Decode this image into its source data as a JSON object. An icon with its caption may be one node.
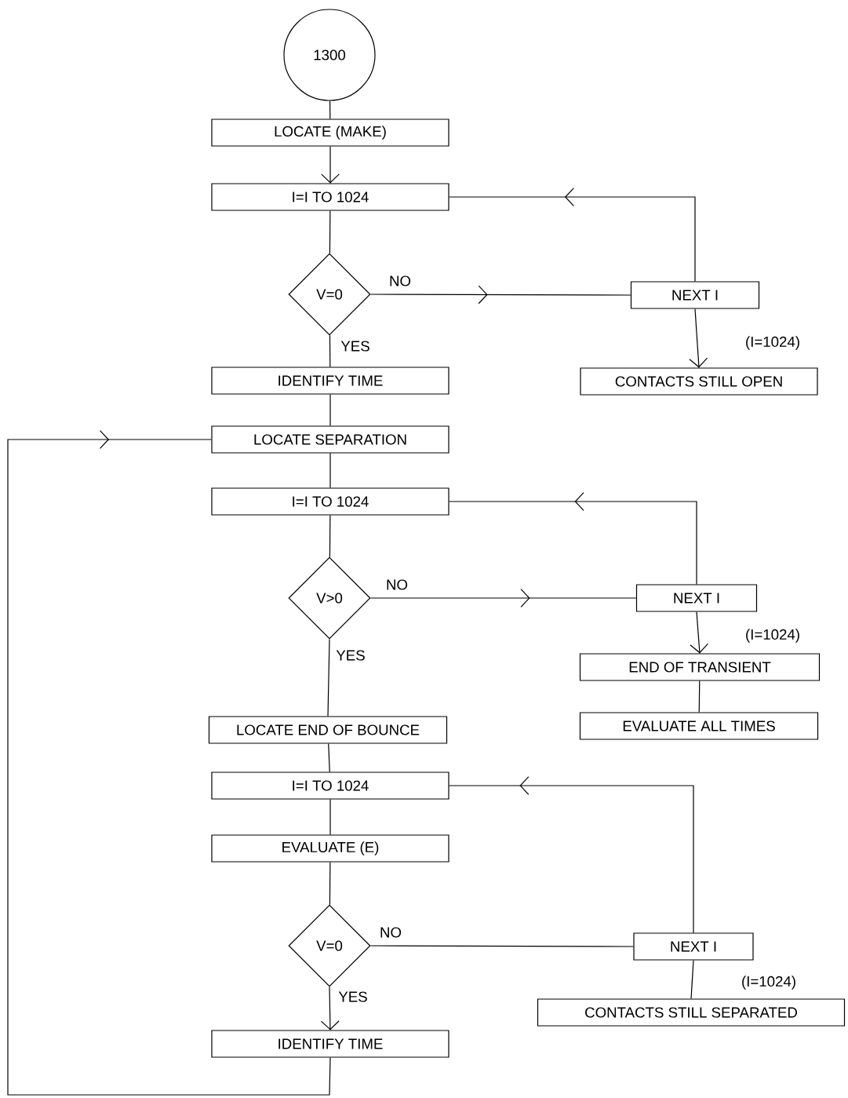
{
  "diagram": {
    "nodes": [
      {
        "text": [
          "1300"
        ]
      },
      {
        "text": [
          "LOCATE (MAKE)"
        ]
      },
      {
        "text": [
          "I=I TO 1024"
        ]
      },
      {
        "text": [
          "V=0"
        ]
      },
      {
        "text": [
          "NEXT I"
        ]
      },
      {
        "text": [
          "CONTACTS STILL OPEN"
        ]
      },
      {
        "text": [
          "IDENTIFY TIME"
        ]
      },
      {
        "text": [
          "LOCATE SEPARATION"
        ]
      },
      {
        "text": [
          "I=I TO 1024"
        ]
      },
      {
        "text": [
          "V>0"
        ]
      },
      {
        "text": [
          "NEXT I"
        ]
      },
      {
        "text": [
          "END OF TRANSIENT"
        ]
      },
      {
        "text": [
          "EVALUATE ALL TIMES"
        ]
      },
      {
        "text": [
          "LOCATE END OF BOUNCE"
        ]
      },
      {
        "text": [
          "I=I TO 1024"
        ]
      },
      {
        "text": [
          "EVALUATE (E)"
        ]
      },
      {
        "text": [
          "V=0"
        ]
      },
      {
        "text": [
          "NEXT I"
        ]
      },
      {
        "text": [
          "CONTACTS STILL SEPARATED"
        ]
      },
      {
        "text": [
          "IDENTIFY TIME"
        ]
      }
    ],
    "edges": [
      {
        "from": 0,
        "to": 1,
        "arrow": "none"
      },
      {
        "from": 1,
        "to": 2,
        "arrow": "to"
      },
      {
        "from": 2,
        "to": 3,
        "arrow": "none"
      },
      {
        "from": 3,
        "to": 4,
        "arrow": "to",
        "label": "NO"
      },
      {
        "from": 4,
        "to": 2,
        "arrow": "to"
      },
      {
        "from": 4,
        "to": 5,
        "arrow": "to",
        "label": "(I=1024)"
      },
      {
        "from": 3,
        "to": 6,
        "arrow": "none",
        "label": "YES"
      },
      {
        "from": 6,
        "to": 7,
        "arrow": "none"
      },
      {
        "from": 7,
        "to": 8,
        "arrow": "none"
      },
      {
        "from": 8,
        "to": 9,
        "arrow": "none"
      },
      {
        "from": 9,
        "to": 10,
        "arrow": "to",
        "label": "NO"
      },
      {
        "from": 10,
        "to": 8,
        "arrow": "to"
      },
      {
        "from": 10,
        "to": 11,
        "arrow": "to",
        "label": "(I=1024)"
      },
      {
        "from": 11,
        "to": 12,
        "arrow": "none"
      },
      {
        "from": 9,
        "to": 13,
        "arrow": "none",
        "label": "YES"
      },
      {
        "from": 13,
        "to": 14,
        "arrow": "none"
      },
      {
        "from": 14,
        "to": 15,
        "arrow": "none"
      },
      {
        "from": 15,
        "to": 16,
        "arrow": "none"
      },
      {
        "from": 16,
        "to": 17,
        "arrow": "none",
        "label": "NO"
      },
      {
        "from": 17,
        "to": 14,
        "arrow": "to"
      },
      {
        "from": 17,
        "to": 18,
        "arrow": "none",
        "label": "(I=1024)"
      },
      {
        "from": 16,
        "to": 19,
        "arrow": "to",
        "label": "YES"
      },
      {
        "from": 19,
        "to": 7,
        "arrow": "to"
      }
    ]
  }
}
